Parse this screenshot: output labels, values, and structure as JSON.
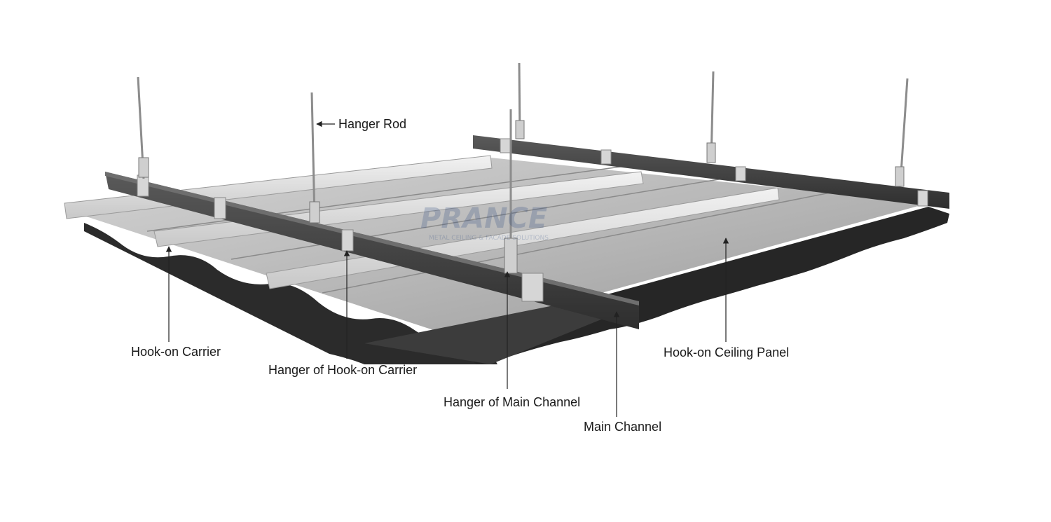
{
  "watermark": {
    "brand": "PRANCE",
    "tagline": "METAL CEILING & FACADE SOLUTIONS"
  },
  "labels": {
    "hanger_rod": "Hanger Rod",
    "hook_on_carrier": "Hook-on Carrier",
    "hanger_of_hook_on_carrier": "Hanger of Hook-on Carrier",
    "hanger_of_main_channel": "Hanger of Main Channel",
    "main_channel": "Main Channel",
    "hook_on_ceiling_panel": "Hook-on Ceiling Panel"
  },
  "colors": {
    "panel_top": "#b9b9b9",
    "panel_edge": "#2b2b2b",
    "carrier": "#e6e6e6",
    "main_channel": "#3a3a3a",
    "leader": "#222222"
  }
}
